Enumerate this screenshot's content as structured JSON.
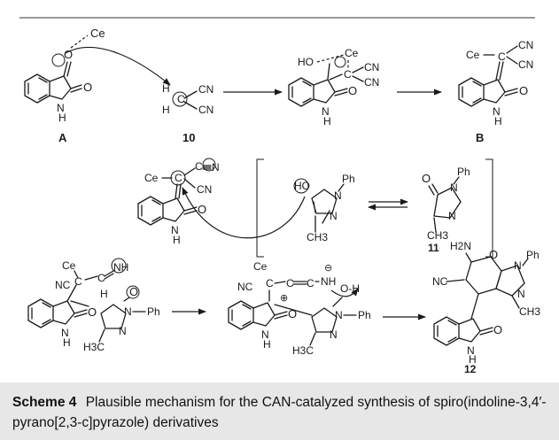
{
  "scheme": {
    "atoms": {
      "ce": "Ce",
      "cn": "CN",
      "nh": "NH",
      "n": "N",
      "o": "O",
      "h": "H",
      "c": "C",
      "ph": "Ph",
      "ho": "HO",
      "ch3": "CH3",
      "h3c": "H3C",
      "h2n": "H2N",
      "nc": "NC",
      "oh": "O-H"
    },
    "compound_labels": {
      "a": "A",
      "b": "B",
      "c10": "10",
      "c11": "11",
      "c12": "12"
    },
    "charges": {
      "minus": "⊖",
      "plus": "⊕"
    }
  },
  "caption": {
    "label": "Scheme 4",
    "text": "Plausible mechanism for the CAN-catalyzed synthesis of spiro(indoline-3,4′-pyrano[2,3-c]pyrazole) derivatives"
  }
}
